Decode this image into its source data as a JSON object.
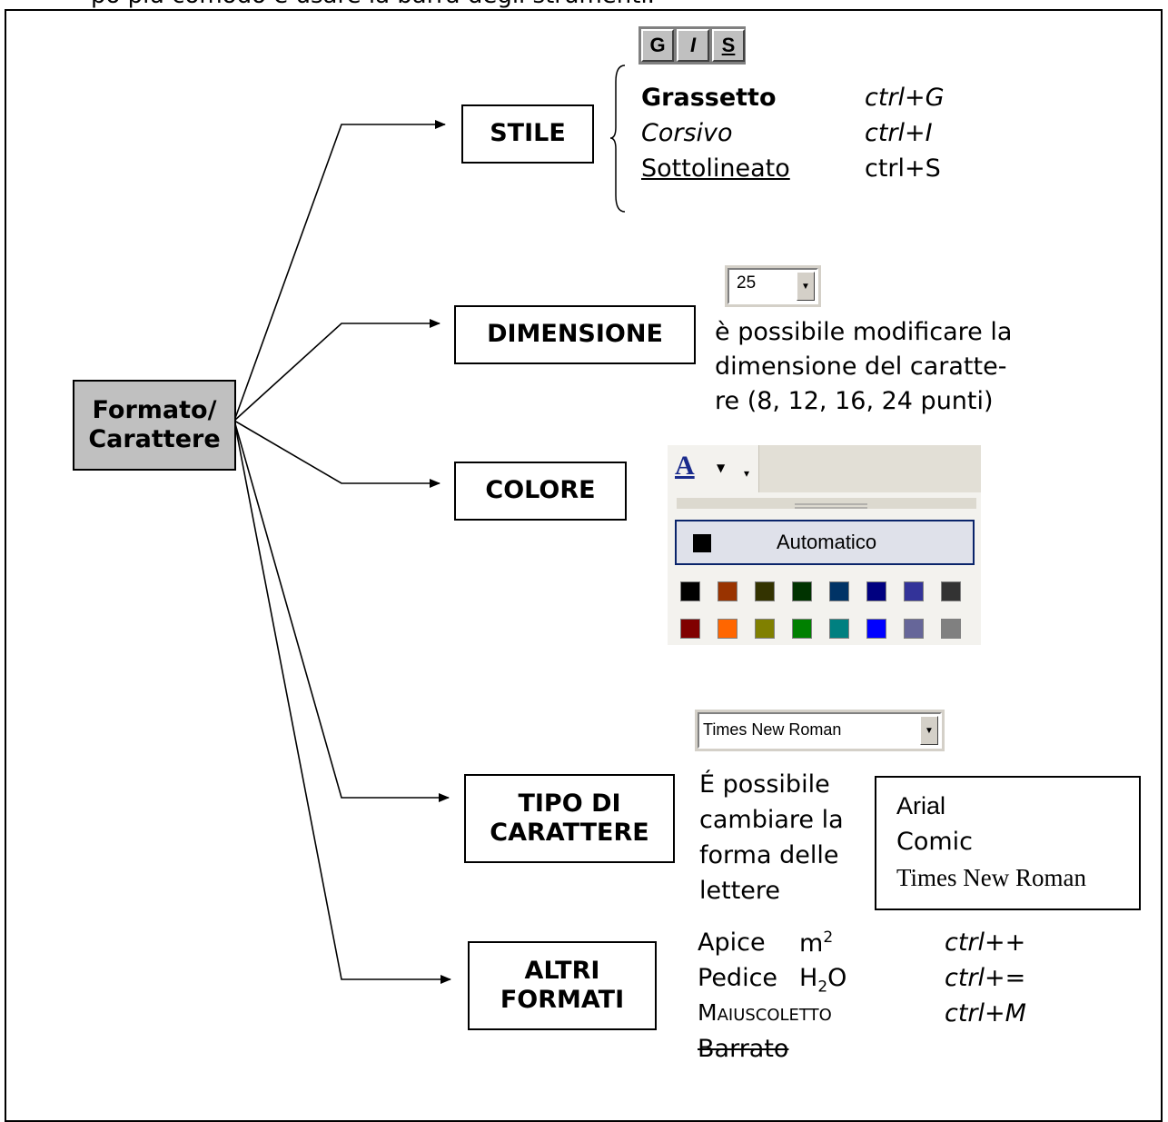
{
  "top_caption": "po più comodo è usare la barra degli strumenti.",
  "root": {
    "line1": "Formato/",
    "line2": "Carattere"
  },
  "branches": {
    "stile": "STILE",
    "dimensione": "DIMENSIONE",
    "colore": "COLORE",
    "tipo": {
      "line1": "TIPO DI",
      "line2": "CARATTERE"
    },
    "altri": {
      "line1": "ALTRI",
      "line2": "FORMATI"
    }
  },
  "stile": {
    "toolbar_buttons": [
      "G",
      "I",
      "S"
    ],
    "rows": [
      {
        "label": "Grassetto",
        "shortcut": "ctrl+G"
      },
      {
        "label": "Corsivo",
        "shortcut": "ctrl+I"
      },
      {
        "label": "Sottolineato",
        "shortcut": "ctrl+S"
      }
    ]
  },
  "dimensione": {
    "combo_value": "25",
    "text": [
      "è possibile modificare la",
      "dimensione del caratte-",
      "re (8, 12, 16, 24 punti)"
    ]
  },
  "colore": {
    "auto_label": "Automatico",
    "swatch_rows": [
      [
        "#000000",
        "#993300",
        "#333300",
        "#003300",
        "#003366",
        "#000080",
        "#333399",
        "#333333"
      ],
      [
        "#800000",
        "#ff6600",
        "#808000",
        "#008000",
        "#008080",
        "#0000ff",
        "#666699",
        "#808080"
      ]
    ],
    "font_color_icon": "font-color-icon"
  },
  "tipo": {
    "combo_value": "Times New Roman",
    "text": [
      "É possibile",
      "cambiare la",
      "forma delle",
      "lettere"
    ],
    "fonts": [
      "Arial",
      "Comic",
      "Times New Roman"
    ]
  },
  "altri": {
    "rows": [
      {
        "label": "Apice",
        "example_base": "m",
        "example_sup": "2",
        "shortcut": "ctrl++"
      },
      {
        "label": "Pedice",
        "example_pre": "H",
        "example_sub": "2",
        "example_post": "O",
        "shortcut": "ctrl+="
      },
      {
        "label": "Maiuscoletto",
        "shortcut": "ctrl+M"
      },
      {
        "label": "Barrato"
      }
    ]
  }
}
